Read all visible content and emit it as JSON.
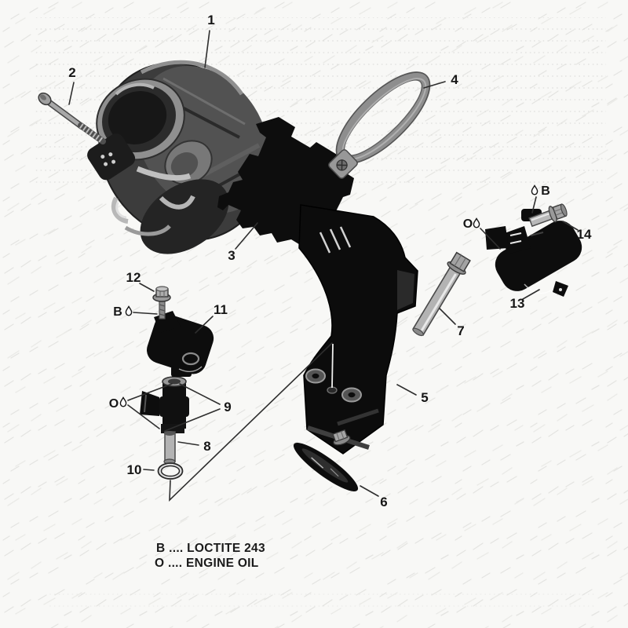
{
  "figure": {
    "type": "exploded-parts-diagram",
    "callouts": [
      {
        "label": "1"
      },
      {
        "label": "2"
      },
      {
        "label": "3"
      },
      {
        "label": "4"
      },
      {
        "label": "5"
      },
      {
        "label": "6"
      },
      {
        "label": "7"
      },
      {
        "label": "8"
      },
      {
        "label": "9"
      },
      {
        "label": "10"
      },
      {
        "label": "11"
      },
      {
        "label": "12"
      },
      {
        "label": "13"
      },
      {
        "label": "14"
      }
    ],
    "annotations": {
      "b_screw_12": "B",
      "o_injector_9": "O",
      "o_sensor_13": "O",
      "b_screw_14": "B"
    },
    "legend": {
      "lines": [
        "B .... LOCTITE 243",
        "O .... ENGINE OIL"
      ]
    },
    "colors": {
      "background": "#f8f8f6",
      "ink": "#161616",
      "part_black": "#0d0d0d",
      "body_gray": "#4a4a4a",
      "metal_light": "#b3b3b3",
      "metal_mid": "#8f8f8f",
      "watermark": "#e3e3e0"
    }
  }
}
